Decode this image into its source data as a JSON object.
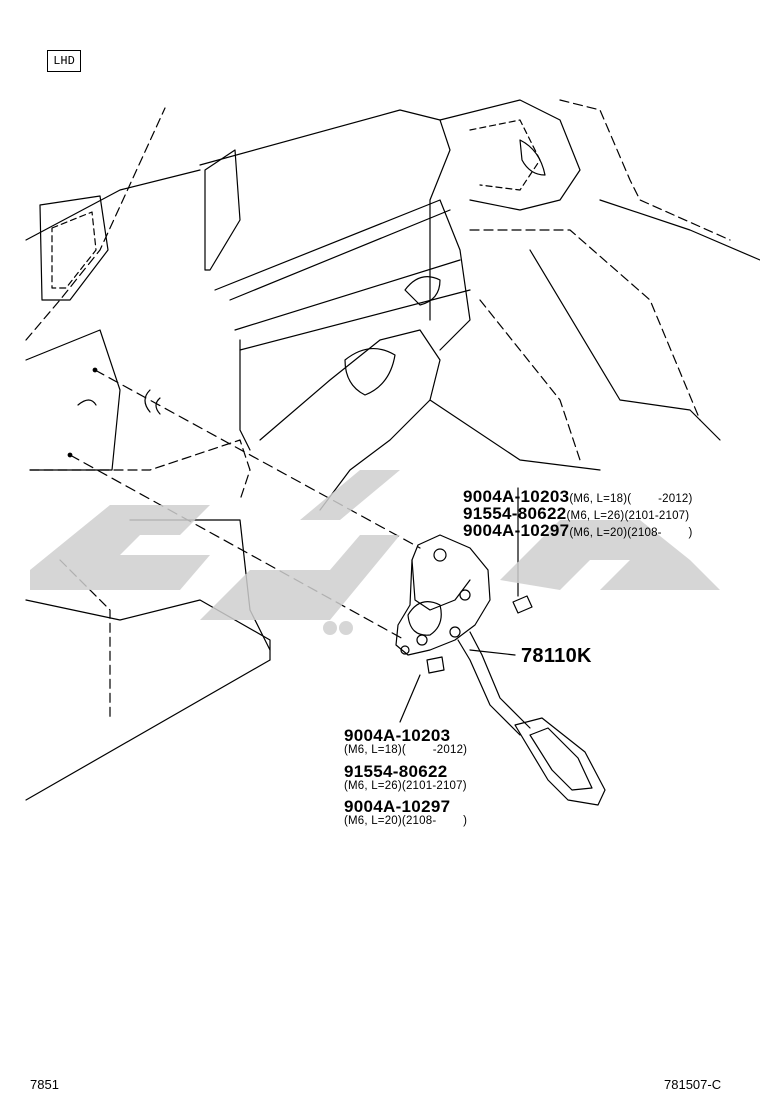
{
  "badge": "LHD",
  "upper_callout": [
    {
      "part": "9004A-10203",
      "spec": "(M6, L=18)(　　 -2012)"
    },
    {
      "part": "91554-80622",
      "spec": "(M6, L=26)(2101-2107)"
    },
    {
      "part": "9004A-10297",
      "spec": "(M6, L=20)(2108-　　 )"
    }
  ],
  "main_part": "78110K",
  "lower_callout": [
    {
      "part": "9004A-10203",
      "spec": "(M6, L=18)(　　 -2012)"
    },
    {
      "part": "91554-80622",
      "spec": "(M6, L=26)(2101-2107)"
    },
    {
      "part": "9004A-10297",
      "spec": "(M6, L=20)(2108-　　 )"
    }
  ],
  "footer": {
    "left": "7851",
    "right": "781507-C"
  },
  "colors": {
    "line": "#000000",
    "watermark": "#cfcfcf",
    "background": "#ffffff"
  }
}
